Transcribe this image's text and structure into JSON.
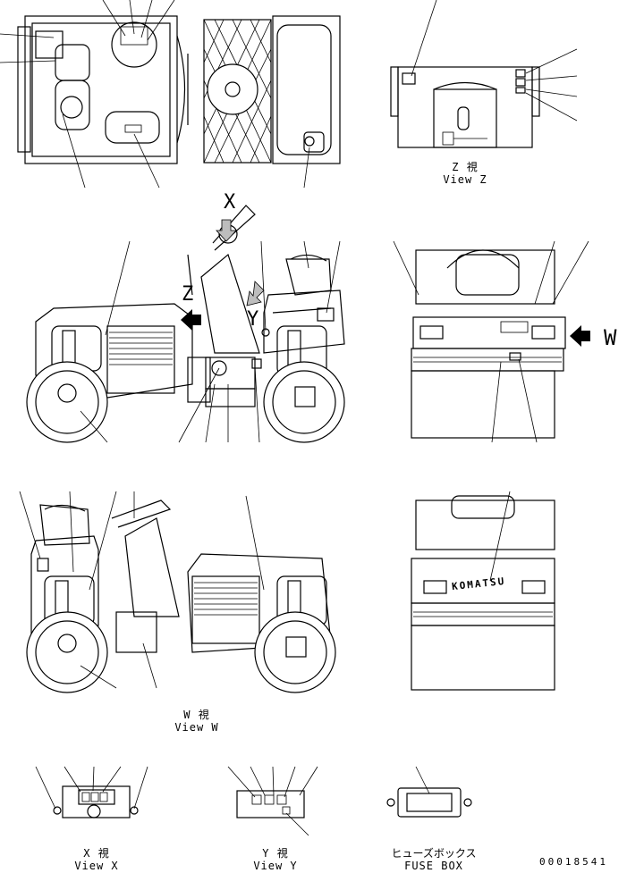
{
  "views": {
    "z": {
      "jp": "Z 視",
      "en": "View Z"
    },
    "w": {
      "jp": "W 視",
      "en": "View W"
    },
    "x": {
      "jp": "X 視",
      "en": "View X"
    },
    "y": {
      "jp": "Y 視",
      "en": "View Y"
    },
    "fuse": {
      "jp": "ヒューズボックス",
      "en": "FUSE BOX"
    }
  },
  "markers": {
    "x_arrow": "X",
    "z_arrow": "Z",
    "y_arrow": "Y",
    "w_arrow": "W"
  },
  "brand": "KOMATSU",
  "drawing_number": "00018541"
}
